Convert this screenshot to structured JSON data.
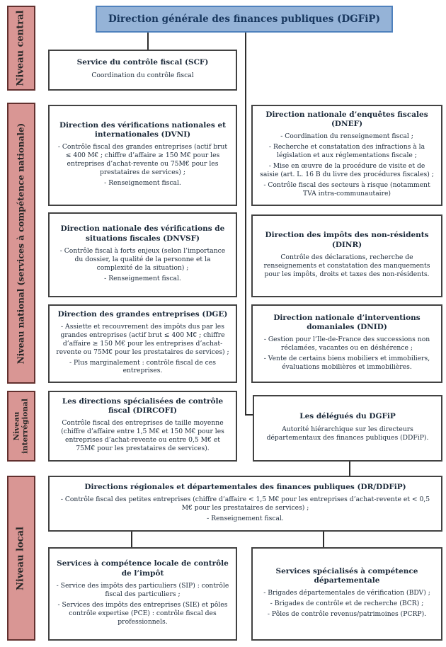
{
  "header": {
    "title": "Direction générale des finances publiques (DGFiP)"
  },
  "rail": {
    "central": "Niveau central",
    "national": "Niveau national (services à compétence nationale)",
    "interregional": "Niveau interrégional",
    "local": "Niveau local"
  },
  "boxes": {
    "scf": {
      "title": "Service du contrôle fiscal (SCF)",
      "items": [
        "Coordination du contrôle fiscal"
      ]
    },
    "dvni": {
      "title": "Direction des vérifications nationales et internationales (DVNI)",
      "items": [
        "- Contrôle fiscal des grandes entreprises (actif brut ≤ 400 M€ ; chiffre d’affaire ≥ 150 M€ pour les entreprises d’achat-revente ou 75M€ pour les prestataires de services) ;",
        "- Renseignement fiscal."
      ]
    },
    "dnef": {
      "title": "Direction nationale d’enquêtes fiscales (DNEF)",
      "items": [
        "- Coordination du renseignement fiscal ;",
        "- Recherche et constatation des infractions à la législation et aux réglementations fiscale ;",
        "- Mise en œuvre de la procédure de visite et de saisie (art. L. 16 B du livre des procédures fiscales) ;",
        "- Contrôle fiscal des secteurs à risque (notamment TVA intra-communautaire)"
      ]
    },
    "dnvsf": {
      "title": "Direction nationale des vérifications de situations fiscales (DNVSF)",
      "items": [
        "- Contrôle fiscal à forts enjeux (selon l’importance du dossier, la qualité de la personne et la complexité de la situation) ;",
        "- Renseignement fiscal."
      ]
    },
    "dinr": {
      "title": "Direction des impôts des non-résidents (DINR)",
      "items": [
        "Contrôle des déclarations, recherche de renseignements et constatation des manquements pour les impôts, droits et taxes des non-résidents."
      ]
    },
    "dge": {
      "title": "Direction des grandes entreprises (DGE)",
      "items": [
        "- Assiette et recouvrement des impôts dus par les grandes entreprises (actif brut ≤ 400 M€ ; chiffre d’affaire ≥ 150 M€ pour les entreprises d’achat-revente ou 75M€ pour les prestataires de services) ;",
        "- Plus marginalement : contrôle fiscal de ces entreprises."
      ]
    },
    "dnid": {
      "title": "Direction nationale d’interventions domaniales (DNID)",
      "items": [
        "- Gestion pour l’Ile-de-France des successions non réclamées, vacantes ou en déshérence ;",
        "- Vente de certains biens mobiliers et immobiliers, évaluations mobilières et immobilières."
      ]
    },
    "dircofi": {
      "title": "Les directions spécialisées de contrôle fiscal (DIRCOFI)",
      "items": [
        "Contrôle fiscal des entreprises de taille moyenne (chiffre d’affaire entre 1,5 M€ et 150 M€ pour les entreprises d’achat-revente ou entre 0,5 M€ et 75M€ pour les prestataires de services)."
      ]
    },
    "delegues": {
      "title": "Les délégués du DGFiP",
      "items": [
        "Autorité hiérarchique sur les directeurs départementaux des finances publiques (DDFiP)."
      ]
    },
    "drddfip": {
      "title": "Directions régionales et départementales des finances publiques (DR/DDFiP)",
      "items": [
        "- Contrôle fiscal des petites entreprises (chiffre d’affaire < 1,5 M€ pour les entreprises d’achat-revente et < 0,5 M€ pour les prestataires de services) ;",
        "- Renseignement fiscal."
      ]
    },
    "locaux": {
      "title": "Services à compétence locale de contrôle de l’impôt",
      "items": [
        "- Service des impôts des particuliers (SIP) : contrôle fiscal des particuliers ;",
        "- Services des impôts des entreprises (SIE) et pôles contrôle expertise (PCE) : contrôle fiscal des professionnels."
      ]
    },
    "departementaux": {
      "title": "Services spécialisés à compétence départementale",
      "items": [
        "- Brigades départementales de vérification (BDV) ;",
        "- Brigades de contrôle et de recherche (BCR) ;",
        "- Pôles de contrôle revenus/patrimoines (PCRP)."
      ]
    }
  },
  "colors": {
    "rail_fill": "#d99694",
    "rail_border": "#62302e",
    "header_fill": "#95b3d7",
    "header_border": "#4f81bd",
    "box_border": "#424242",
    "text": "#1c2a3a"
  }
}
